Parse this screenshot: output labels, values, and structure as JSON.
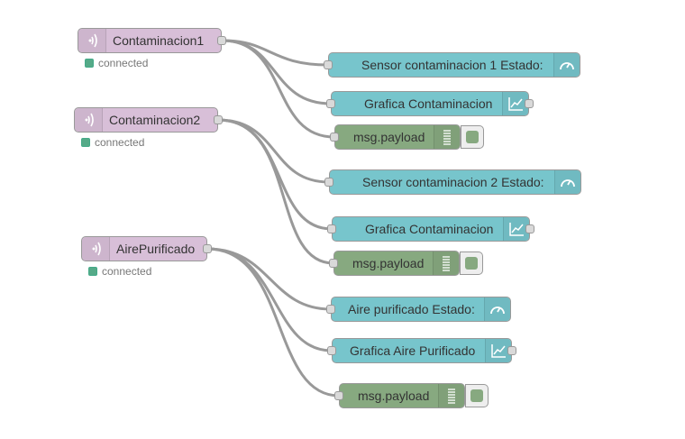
{
  "nodes": {
    "mqtt1": {
      "label": "Contaminacion1",
      "status": "connected"
    },
    "mqtt2": {
      "label": "Contaminacion2",
      "status": "connected"
    },
    "mqtt3": {
      "label": "AirePurificado",
      "status": "connected"
    },
    "gauge1": {
      "label": "Sensor contaminacion 1 Estado:"
    },
    "chart1": {
      "label": "Grafica Contaminacion"
    },
    "debug1": {
      "label": "msg.payload"
    },
    "gauge2": {
      "label": "Sensor contaminacion 2 Estado:"
    },
    "chart2": {
      "label": "Grafica Contaminacion"
    },
    "debug2": {
      "label": "msg.payload"
    },
    "gauge3": {
      "label": "Aire purificado Estado:"
    },
    "chart3": {
      "label": "Grafica Aire Purificado"
    },
    "debug3": {
      "label": "msg.payload"
    }
  },
  "icons": {
    "mqtt": "mqtt-broadcast-icon",
    "gauge": "gauge-icon",
    "chart": "line-chart-icon",
    "debug": "debug-list-icon"
  },
  "colors": {
    "mqtt": "#d8bfd8",
    "dashboard": "#77c5cc",
    "debug": "#87a980",
    "wire": "#999999",
    "status_connected": "#55aa88"
  }
}
